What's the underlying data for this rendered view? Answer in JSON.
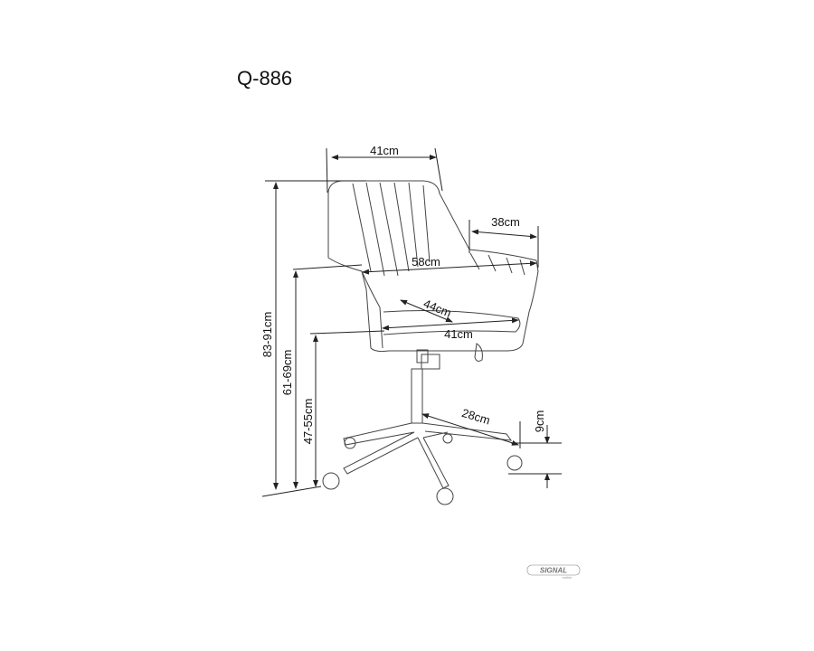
{
  "title": "Q-886",
  "dimensions": {
    "backrest_width": "41cm",
    "armrest_depth": "38cm",
    "total_width": "58cm",
    "seat_depth": "44cm",
    "seat_width": "41cm",
    "total_height": "83-91cm",
    "armrest_height": "61-69cm",
    "seat_height": "47-55cm",
    "base_radius": "28cm",
    "caster_height": "9cm"
  },
  "logo": {
    "brand": "SIGNAL",
    "sub": "meble"
  }
}
